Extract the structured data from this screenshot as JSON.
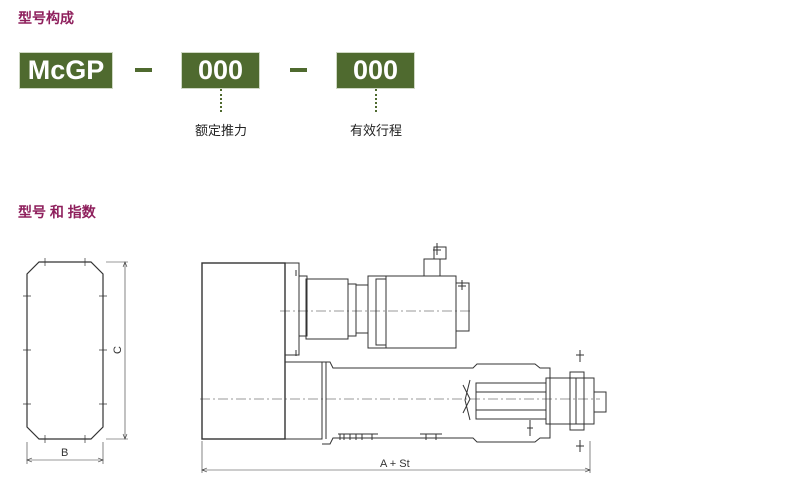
{
  "section1": {
    "title": "型号构成"
  },
  "model_code": {
    "prefix": "McGP",
    "separator": "-",
    "thrust_code": "000",
    "stroke_code": "000",
    "thrust_label": "额定推力",
    "stroke_label": "有效行程"
  },
  "section2": {
    "title": "型号 和 指数"
  },
  "dimensions": {
    "c_label": "C",
    "b_label": "B",
    "length_label": "A + St"
  },
  "colors": {
    "title": "#8e1f5c",
    "box": "#4f6a2f"
  }
}
